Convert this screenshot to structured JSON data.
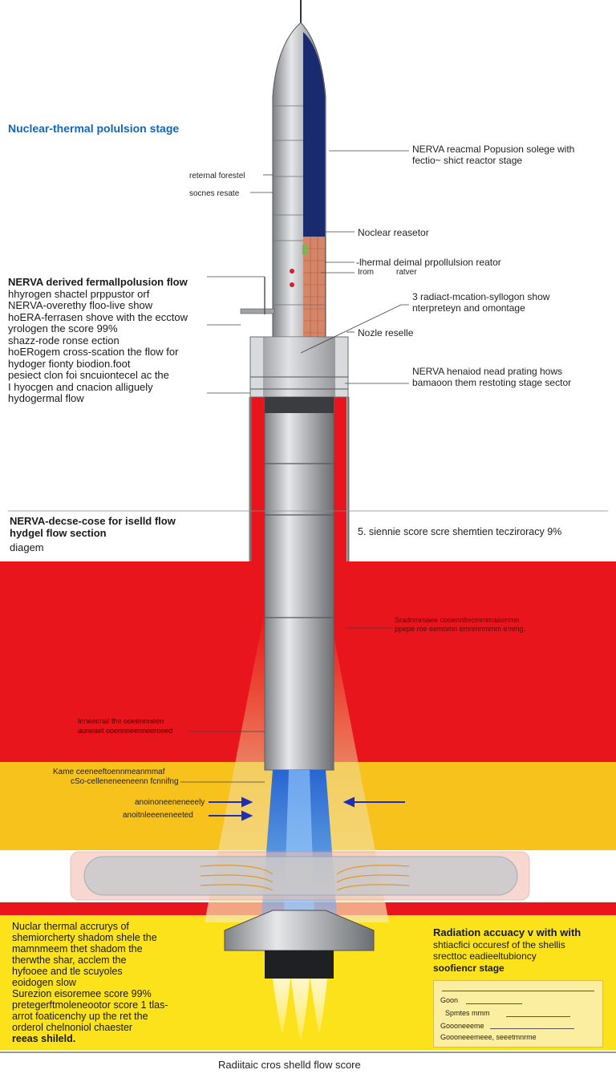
{
  "title": "Nuclear-thermal polulsion stage",
  "right_labels": {
    "top": [
      "NERVA reacmal Popusion solege with",
      "fectio~  shict reactor  stage"
    ],
    "nuclear_reactor": "Noclear reasetor",
    "thermal": "-lhermal deimal prpollulsion reator",
    "thermal_sub_a": "Irom",
    "thermal_sub_b": "ratver",
    "radiation": [
      "3 radiact-mcation-syllogon show",
      "nterpreteyn and omontage"
    ],
    "nozzle": "Nozle reselle",
    "header": [
      "NERVA henaiod nead prating hows",
      "bamaoon them restoting stage sector"
    ],
    "score": "5. siennie score scre shemtien tecziroracy 9%"
  },
  "left_small_labels": [
    "reternal forestel",
    "socnes resate"
  ],
  "left_block": [
    "NERVA derived fermallpolusion flow",
    "hhyrogen  shactel prppustor orf",
    "NERVA-overethy floo-live show",
    "hoERA-ferrasen shove with the ecctow",
    "yrologen the score 99%",
    "shazz-rode ronse ection",
    "hoERogem cross-scation the flow for",
    "hydoger fionty biodion.foot",
    "pesiect clon foi sncuiontecel ac the",
    "I hyocgen and cnacion alliguely",
    "hydogermal flow"
  ],
  "mid_left_block": [
    "NERVA-decse-cose for iselld flow",
    "hydgel flow section",
    "diagem"
  ],
  "red_zone_labels": {
    "right": [
      "Sradnmmaee cooennltecmmmaaenmn",
      "ppepe roe eemomn emnmnmmm emmg."
    ],
    "left": [
      "Inneeonal the ooeennneen",
      "auneaet ooennneenneeroeed"
    ]
  },
  "yellow_zone_labels": [
    "Kame ceeneeftoennmeanmmaf",
    "cSo-celleneneeneenn fcnnifng"
  ],
  "arrow_labels": [
    "anoinoneeneneeely",
    "anoitnleeeneneeted"
  ],
  "bottom_left_block": [
    "Nuclar thermal accrurys of",
    "shemiorcherty  shadom shele the",
    "mamnmeem thet shadom the",
    "therwthe  shar,  acclem the",
    "hyfooee and tle scuyoles",
    "eoidogen slow",
    "Surezion eisoremee score 99%",
    "pretegerftmoleneootor score  1  tlas-",
    "arrot foaticenchy up the ret the",
    "orderol chelnoniol chaester",
    "reeas shileld."
  ],
  "bottom_right": {
    "heading": [
      "Radiation accuacy v with with",
      "shtiacfici occuresf of the shellis",
      "srecttoc eadieeltubioncy",
      "soofiencr stage"
    ],
    "card_rows": [
      "Goon",
      "Spmtes mmm",
      "Goooneeeme",
      "Goooneeemeee, seeetmnrme"
    ]
  },
  "footer": "Radiitaic cros shelld flow score",
  "colors": {
    "red": "#e8151c",
    "yellow": "#fbe21a",
    "orange_yellow": "#f6c01b",
    "flame_blue": "#2a7ae8",
    "body_silver": "#b5b7ba",
    "panel_navy": "#1a2a6e",
    "title_blue": "#1565b5"
  }
}
